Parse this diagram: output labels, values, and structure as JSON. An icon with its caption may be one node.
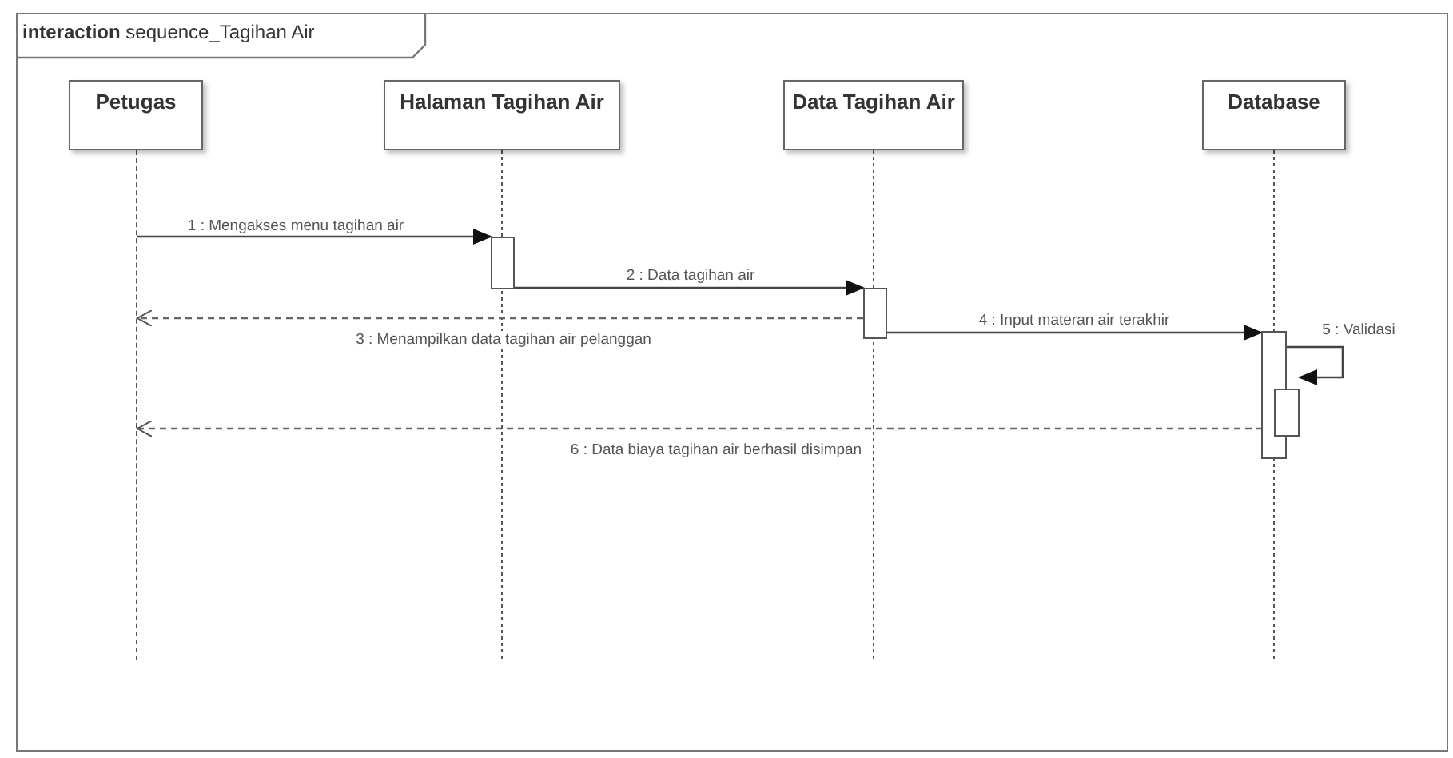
{
  "diagram": {
    "title": "**interaction** sequence_Tagihan Air",
    "nodes": [
      {
        "text": [
          "Petugas"
        ]
      },
      {
        "text": [
          "Halaman Tagihan Air"
        ]
      },
      {
        "text": [
          "Data Tagihan Air"
        ]
      },
      {
        "text": [
          "Database"
        ]
      },
      {
        "text": [],
        "shape": "bar"
      },
      {
        "text": [],
        "shape": "bar"
      },
      {
        "text": [],
        "shape": "bar"
      },
      {
        "text": [],
        "shape": "bar"
      },
      {
        "text": [],
        "shape": "line"
      }
    ],
    "edges": [
      {
        "from": 8,
        "to": 4,
        "arrow": "to",
        "label": "1 : Mengakses menu tagihan air"
      },
      {
        "from": 4,
        "to": 5,
        "arrow": "to",
        "label": "2 : Data tagihan air"
      },
      {
        "from": 5,
        "to": 8,
        "arrow": "to",
        "style": "dashed",
        "label": "3 : Menampilkan data tagihan air pelanggan"
      },
      {
        "from": 5,
        "to": 6,
        "arrow": "to",
        "label": "4 : Input materan air terakhir"
      },
      {
        "from": 6,
        "to": 7,
        "arrow": "to",
        "label": "5 : Validasi"
      },
      {
        "from": 7,
        "to": 8,
        "arrow": "to",
        "style": "dashed",
        "label": "6 : Data biaya tagihan air berhasil disimpan"
      }
    ]
  }
}
